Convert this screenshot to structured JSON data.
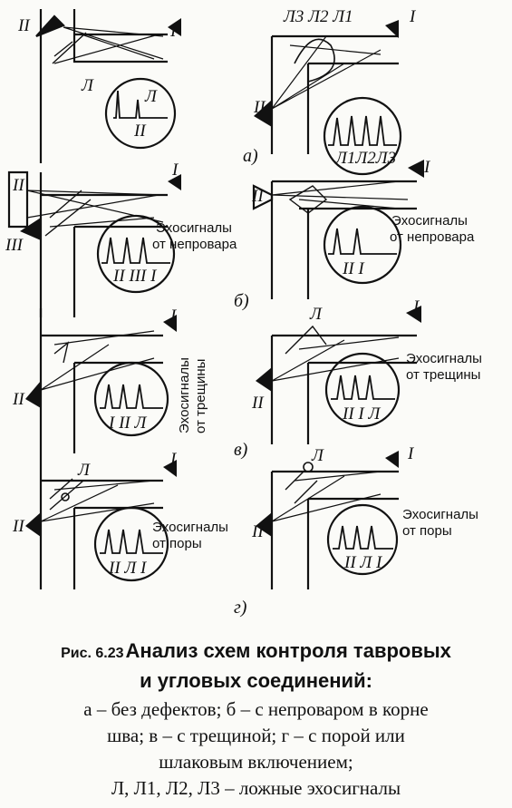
{
  "figure": {
    "probe_I": "I",
    "probe_II": "II",
    "probe_III": "III",
    "label_L": "Л",
    "label_L123": [
      "Л3",
      "Л2",
      "Л1"
    ],
    "scope_a1": [
      "Л",
      "II"
    ],
    "scope_a2": "Л1Л2Л3",
    "scope_b1": "II III I",
    "scope_b2": "II I",
    "scope_v1": "I II Л",
    "scope_v2": "II I Л",
    "scope_g1": "II Л I",
    "scope_g2": "II Л I",
    "echo_nonfusion": [
      "Эхосигналы",
      "от непровара"
    ],
    "echo_crack_vertical": [
      "Эхосигналы",
      "от трещины"
    ],
    "echo_crack": [
      "Эхосигналы",
      "от трещины"
    ],
    "echo_pore": [
      "Эхосигналы",
      "от поры"
    ],
    "subfig": [
      "а)",
      "б)",
      "в)",
      "г)"
    ]
  },
  "caption": {
    "fig_number": "Рис. 6.23",
    "title_line1": "Анализ схем контроля тавровых",
    "title_line2": "и угловых соединений:",
    "line1": "а – без дефектов; б – с непроваром в корне",
    "line2": "шва; в – с трещиной; г – с порой или",
    "line3": "шлаковым включением;",
    "line4": "Л, Л1, Л2, Л3 – ложные эхосигналы"
  }
}
